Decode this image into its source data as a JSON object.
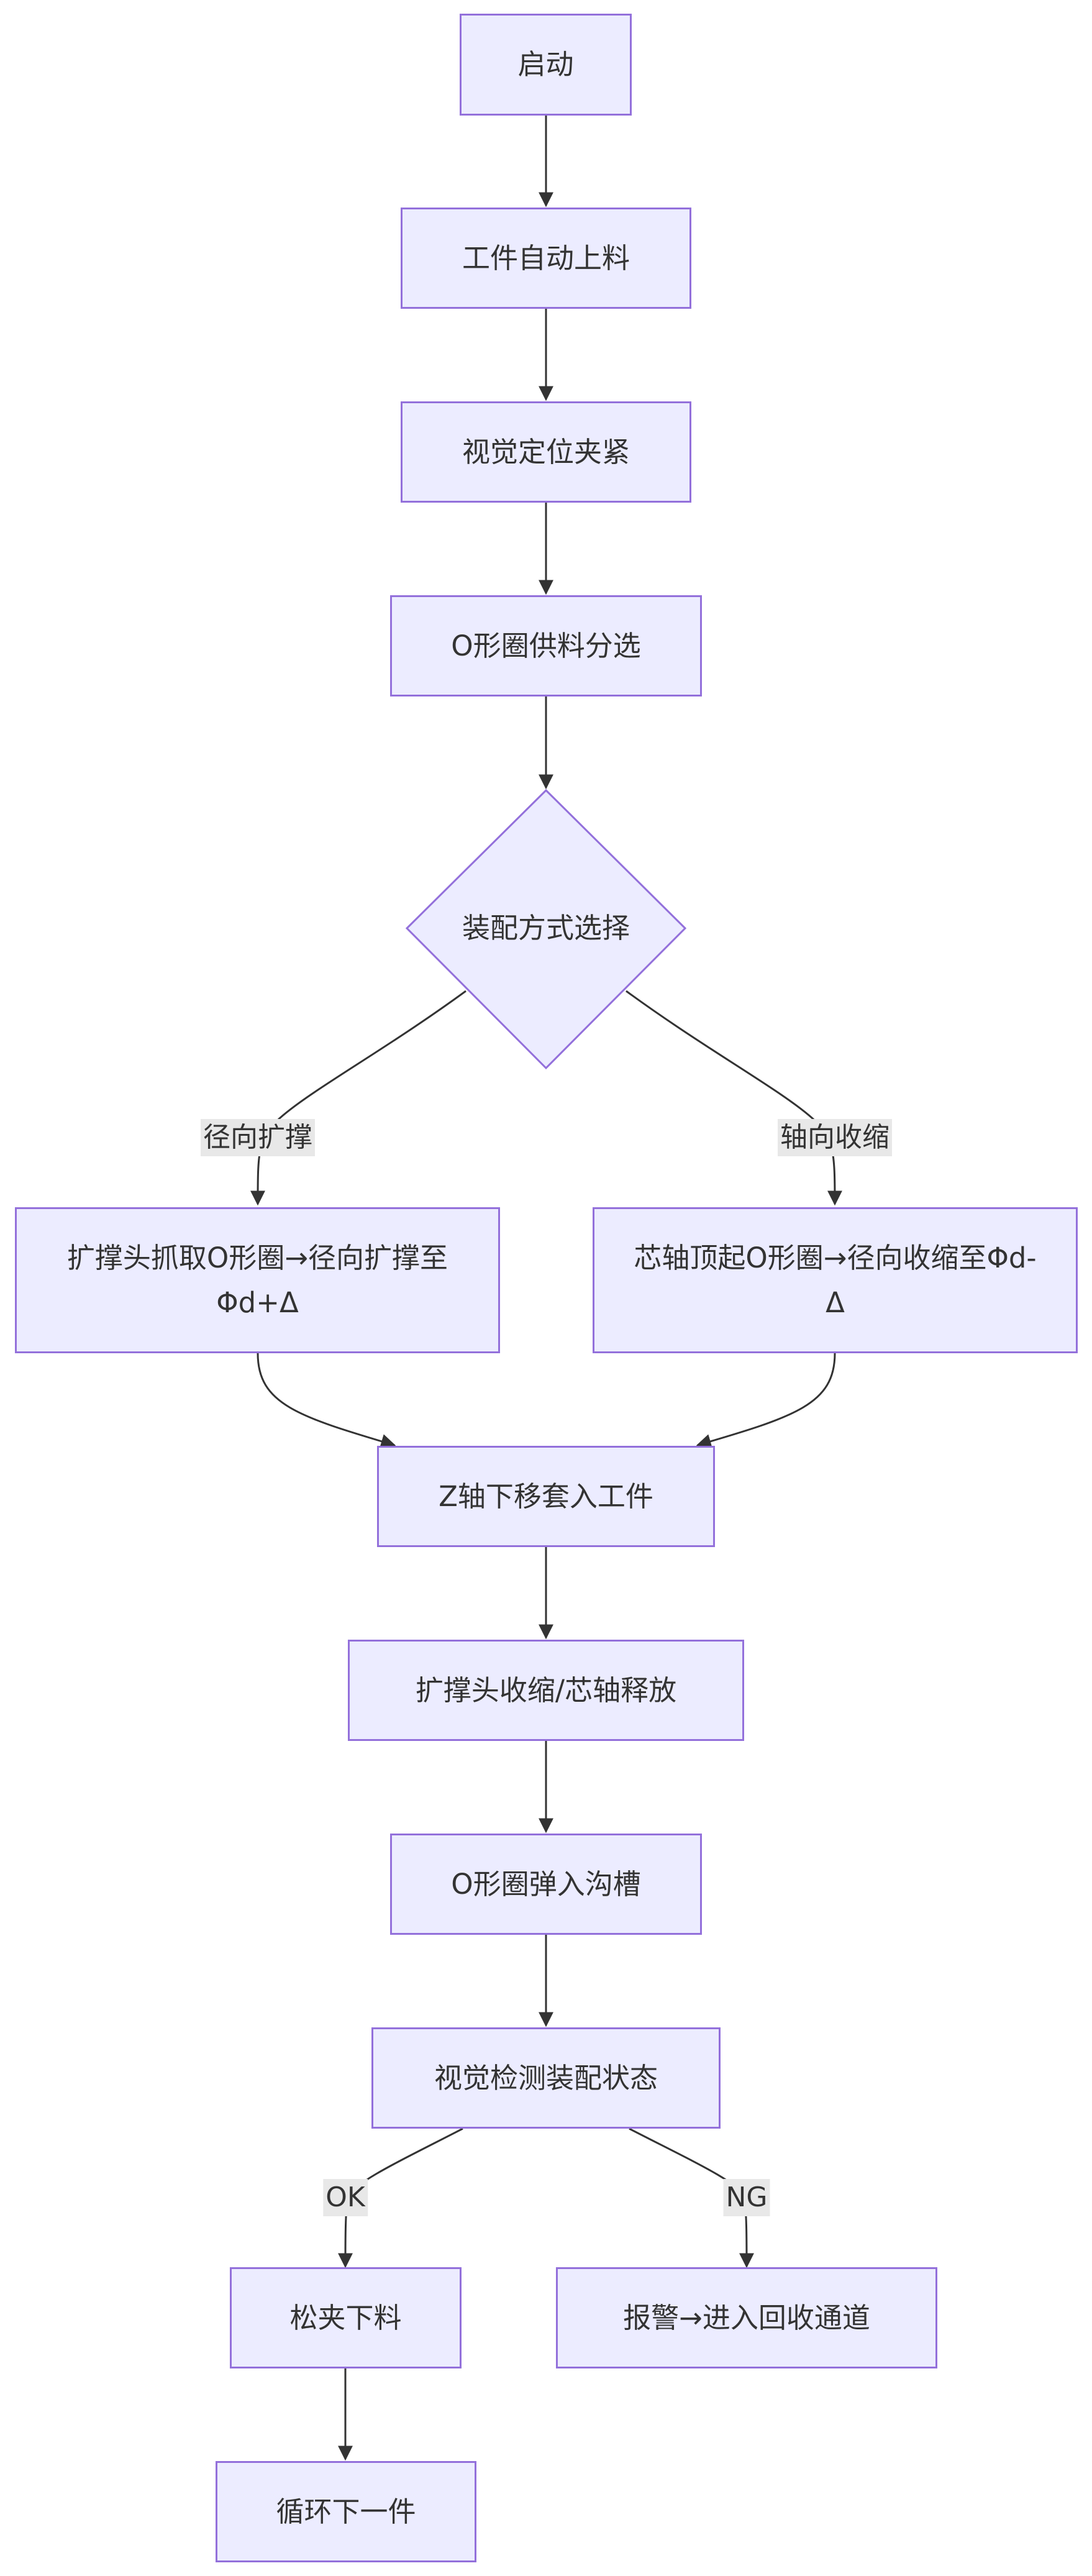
{
  "nodes": {
    "start": "启动",
    "load": "工件自动上料",
    "vision_clamp": "视觉定位夹紧",
    "oring_feed": "O形圈供料分选",
    "assembly_choice": "装配方式选择",
    "expand": "扩撑头抓取O形圈→径向扩撑至Φd+Δ",
    "shrink": "芯轴顶起O形圈→径向收缩至Φd-Δ",
    "z_down": "Z轴下移套入工件",
    "release": "扩撑头收缩/芯轴释放",
    "snap_in": "O形圈弹入沟槽",
    "inspect": "视觉检测装配状态",
    "unload": "松夹下料",
    "alarm": "报警→进入回收通道",
    "next_cycle": "循环下一件"
  },
  "edge_labels": {
    "radial_expand": "径向扩撑",
    "axial_shrink": "轴向收缩",
    "ok": "OK",
    "ng": "NG"
  },
  "colors": {
    "node_fill": "#ECECFF",
    "node_border": "#9370DB",
    "text": "#333333",
    "edge": "#333333",
    "edge_label_bg": "#e8e8e8"
  }
}
